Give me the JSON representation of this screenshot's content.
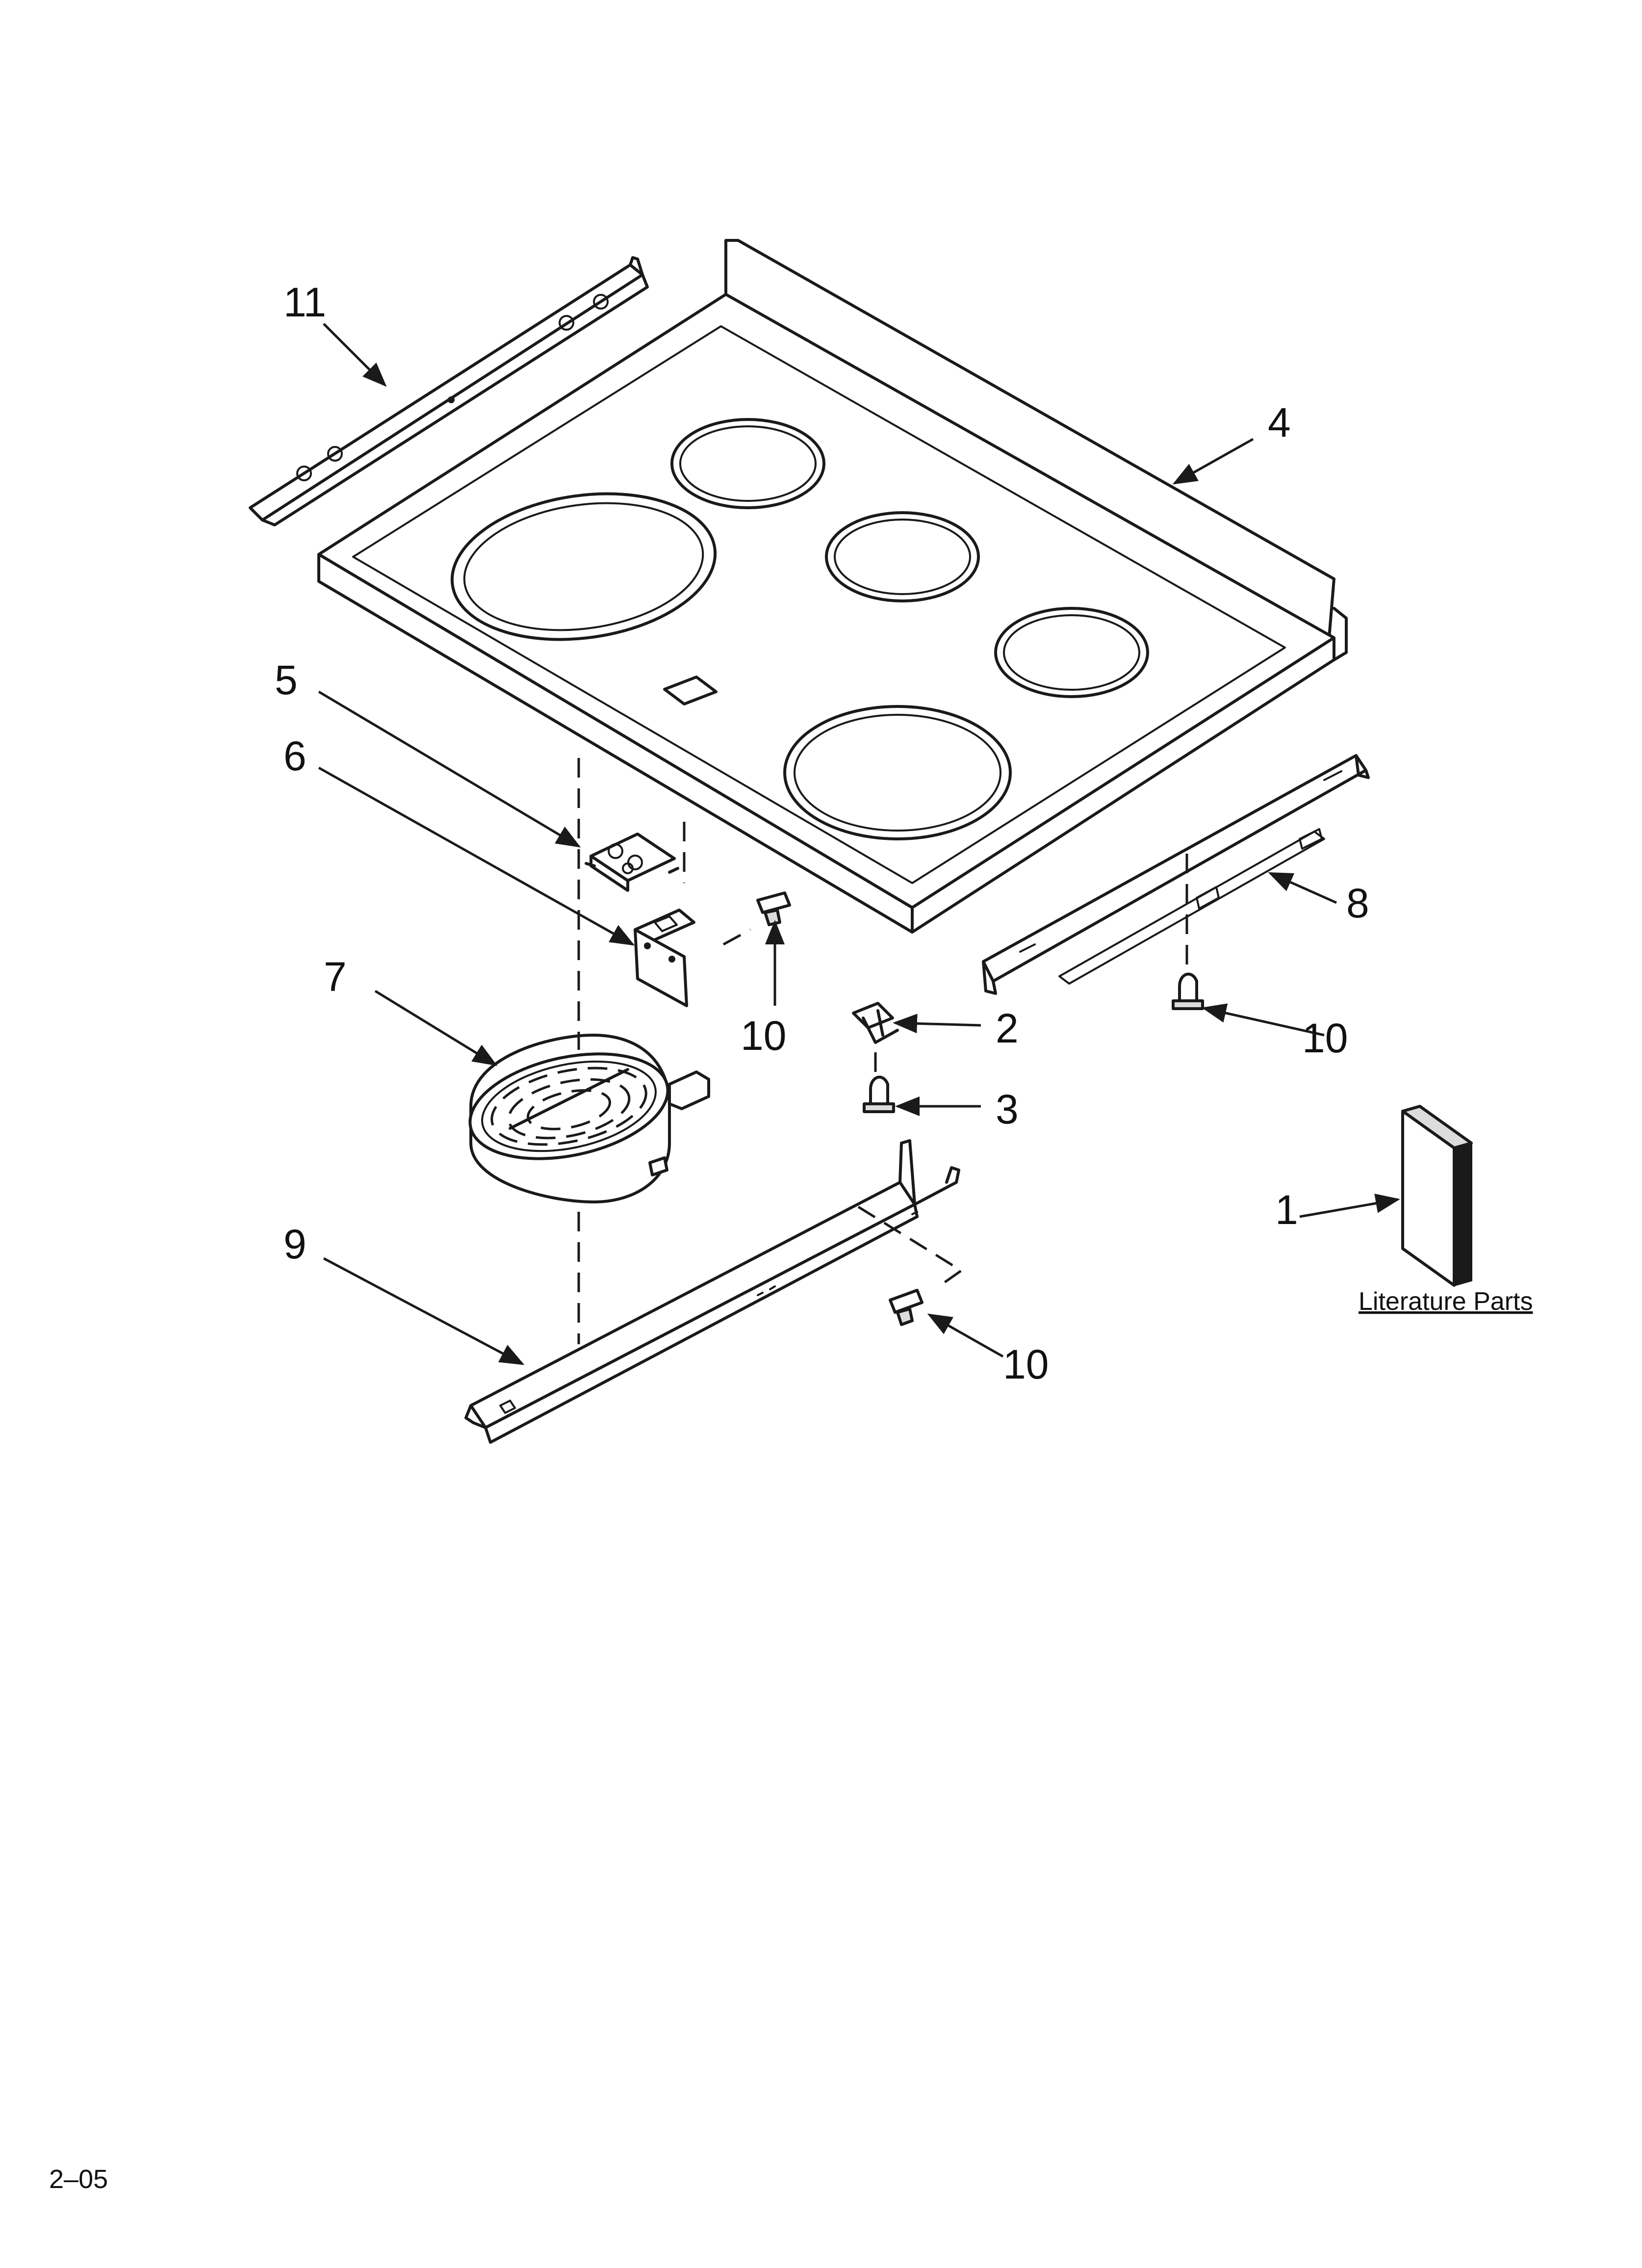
{
  "colors": {
    "ink": "#1a1a1a",
    "background": "#ffffff",
    "shade": "#dcdcdc"
  },
  "callouts": {
    "part1": "1",
    "part2": "2",
    "part3": "3",
    "part4": "4",
    "part5": "5",
    "part6": "6",
    "part7": "7",
    "part8": "8",
    "part9": "9",
    "part10a": "10",
    "part10b": "10",
    "part10c": "10",
    "part11": "11"
  },
  "literature_label": "Literature Parts",
  "page_code": "2–05"
}
